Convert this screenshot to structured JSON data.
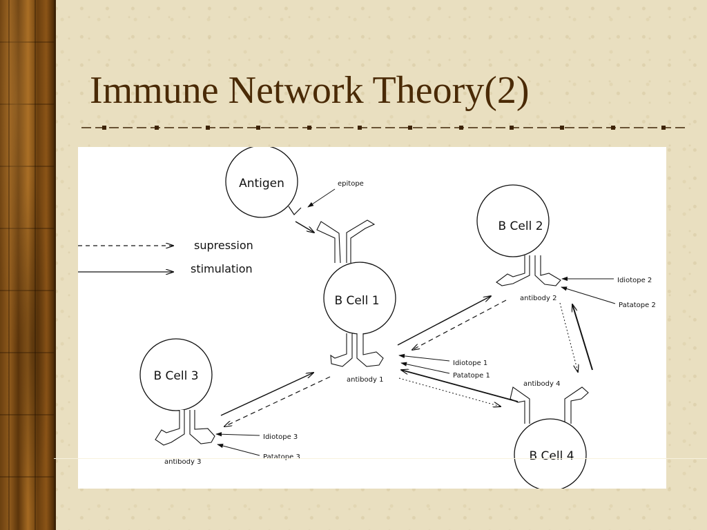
{
  "slide": {
    "title": "Immune Network Theory(2)"
  },
  "diagram": {
    "nodes": {
      "antigen": "Antigen",
      "b_cell_1": "B Cell 1",
      "b_cell_2": "B Cell 2",
      "b_cell_3": "B Cell 3",
      "b_cell_4": "B Cell 4"
    },
    "legend": {
      "suppression": "supression",
      "stimulation": "stimulation"
    },
    "labels": {
      "epitope": "epitope",
      "idiotope_1": "Idiotope 1",
      "paratope_1": "Patatope 1",
      "antibody_1": "antibody 1",
      "idiotope_2": "Idiotope 2",
      "paratope_2": "Patatope 2",
      "antibody_2": "antibody 2",
      "idiotope_3": "Idiotope 3",
      "paratope_3": "Patatope 3",
      "antibody_3": "antibody 3",
      "antibody_4": "antibody 4"
    }
  },
  "colors": {
    "title": "#4a2a06",
    "background": "#e9dfc0",
    "panel": "#ffffff",
    "border_dark": "#3d2306"
  }
}
